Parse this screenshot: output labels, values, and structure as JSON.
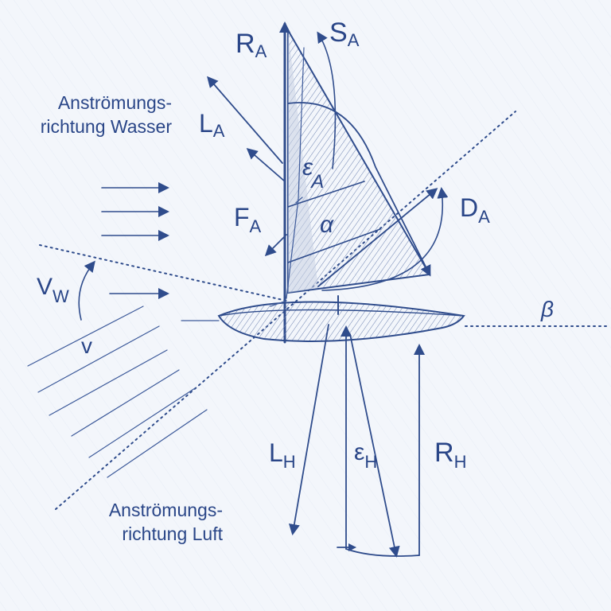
{
  "labels": {
    "water_direction": [
      "Anströmungs-",
      "richtung Wasser"
    ],
    "air_direction": [
      "Anströmungs-",
      "richtung Luft"
    ],
    "R_A": {
      "main": "R",
      "sub": "A"
    },
    "S_A": {
      "main": "S",
      "sub": "A"
    },
    "L_A": {
      "main": "L",
      "sub": "A"
    },
    "epsilon_A": {
      "main": "ε",
      "sub": "A"
    },
    "F_A": {
      "main": "F",
      "sub": "A"
    },
    "alpha": "α",
    "D_A": {
      "main": "D",
      "sub": "A"
    },
    "beta": "β",
    "V_W": {
      "main": "V",
      "sub": "W"
    },
    "v": "v",
    "L_H": {
      "main": "L",
      "sub": "H"
    },
    "epsilon_H": {
      "main": "ε",
      "sub": "H"
    },
    "R_H": {
      "main": "R",
      "sub": "H"
    }
  },
  "colors": {
    "ink": "#2f4c8c",
    "background": "#f3f6fb",
    "sail_shade": "#c9d2e4"
  }
}
